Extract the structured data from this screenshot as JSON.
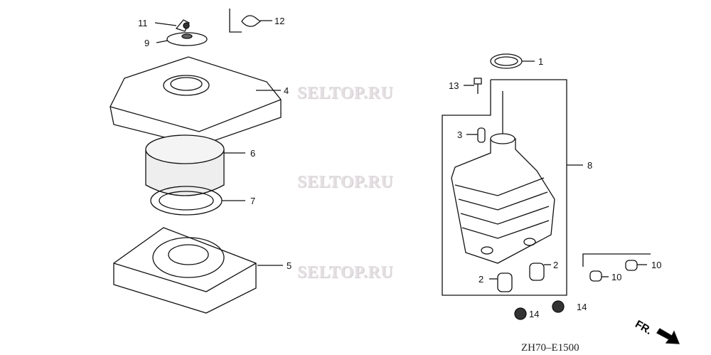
{
  "watermarks": [
    "SELTOP.RU",
    "SELTOP.RU",
    "SELTOP.RU"
  ],
  "callouts": {
    "c1": "1",
    "c2a": "2",
    "c2b": "2",
    "c3": "3",
    "c4": "4",
    "c5": "5",
    "c6": "6",
    "c7": "7",
    "c8": "8",
    "c9": "9",
    "c10a": "10",
    "c10b": "10",
    "c11": "11",
    "c12": "12",
    "c13": "13",
    "c14a": "14",
    "c14b": "14"
  },
  "direction_label": "FR.",
  "diagram_code": "ZH70–E1500"
}
